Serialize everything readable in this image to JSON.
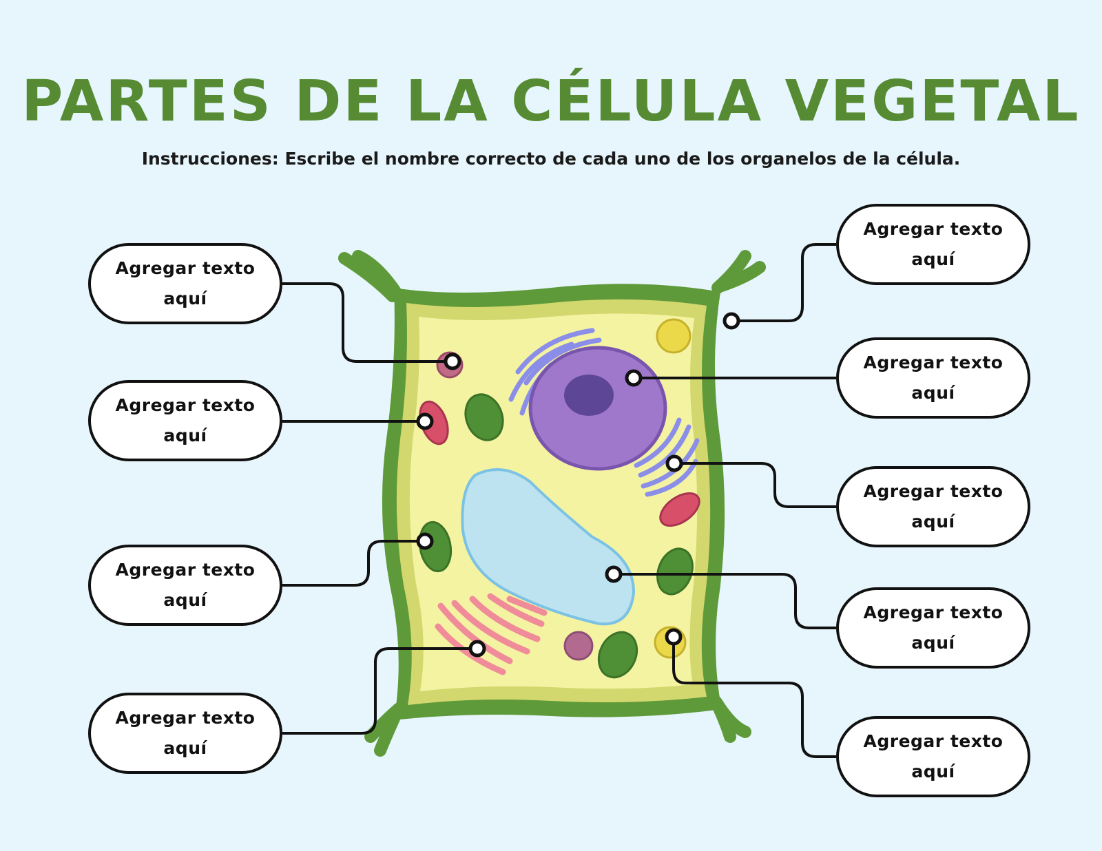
{
  "title": "PARTES DE LA CÉLULA VEGETAL",
  "instructions": "Instrucciones: Escribe el nombre correcto de cada uno de los organelos de la célula.",
  "labels": [
    {
      "text": "Agregar texto aquí",
      "side": "left"
    },
    {
      "text": "Agregar texto aquí",
      "side": "left"
    },
    {
      "text": "Agregar texto aquí",
      "side": "left"
    },
    {
      "text": "Agregar texto aquí",
      "side": "left"
    },
    {
      "text": "Agregar texto aquí",
      "side": "right"
    },
    {
      "text": "Agregar texto aquí",
      "side": "right"
    },
    {
      "text": "Agregar texto aquí",
      "side": "right"
    },
    {
      "text": "Agregar texto aquí",
      "side": "right"
    },
    {
      "text": "Agregar texto aquí",
      "side": "right"
    }
  ],
  "colors": {
    "background": "#e6f6fc",
    "title": "#568b34",
    "cell_wall": "#5f9a3a",
    "cytoplasm": "#f4f3a2",
    "nucleus": "#9f78cc",
    "nucleolus": "#5e4696",
    "vacuole": "#bde3f0",
    "chloroplast": "#4f8f36",
    "mitochondria": "#d84f6a",
    "golgi": "#f08c9a",
    "er": "#8b8ee8"
  }
}
